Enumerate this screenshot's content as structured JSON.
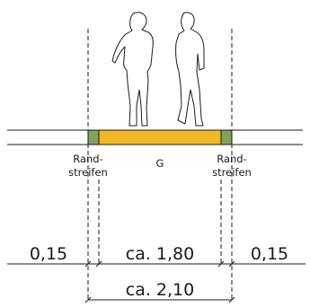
{
  "labels": {
    "strip_left_line1": "Rand-",
    "strip_left_line2": "streifen",
    "path_label": "G",
    "strip_right_line1": "Rand-",
    "strip_right_line2": "streifen"
  },
  "dimensions": {
    "left_strip_width": "0,15",
    "path_width": "ca. 1,80",
    "right_strip_width": "0,15",
    "total_width": "ca. 2,10"
  },
  "colors": {
    "path_surface": "#f2b824",
    "strip_surface": "#7ea35a",
    "line": "#1a1a1a"
  }
}
